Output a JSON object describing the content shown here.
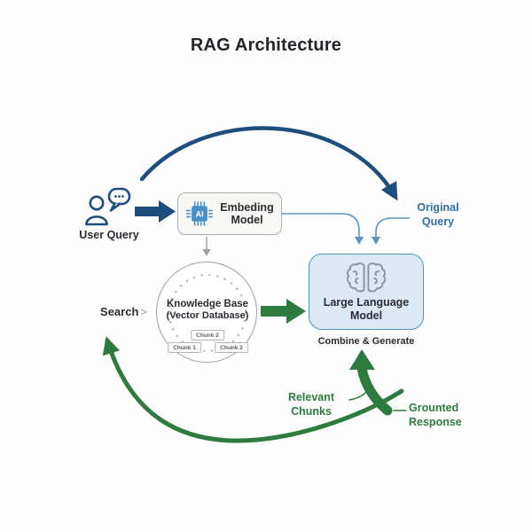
{
  "title": "RAG Architecture",
  "colors": {
    "navy": "#1d4e7e",
    "blue_text": "#2e6ea6",
    "blue_line": "#5b93c4",
    "green": "#2e7b3f",
    "dark_text": "#2b2d33",
    "gray_line": "#9aa0a6",
    "chip_blue": "#4a90c8",
    "llm_fill": "#dce9f5",
    "llm_border": "#4a94c8",
    "embed_fill": "#f7f7f4",
    "embed_border": "#b0b0b0",
    "brain_stroke": "#8d939c"
  },
  "nodes": {
    "user_query": {
      "label": "User Query"
    },
    "embedding_model": {
      "label": "Embeding Model",
      "chip_label": "AI"
    },
    "original_query": {
      "label": "Original Query"
    },
    "search": {
      "label": "Search",
      "chevron": ">"
    },
    "knowledge_base": {
      "title": "Knowledge Base",
      "subtitle": "(Vector Database)",
      "chunks": [
        "Chunk 2",
        "Chunk 1",
        "Chunk 2"
      ]
    },
    "llm": {
      "label": "Large Language Model",
      "caption": "Combine & Generate"
    },
    "relevant_chunks": {
      "label": "Relevant Chunks"
    },
    "grounded_response": {
      "label": "Grounted Response"
    }
  }
}
